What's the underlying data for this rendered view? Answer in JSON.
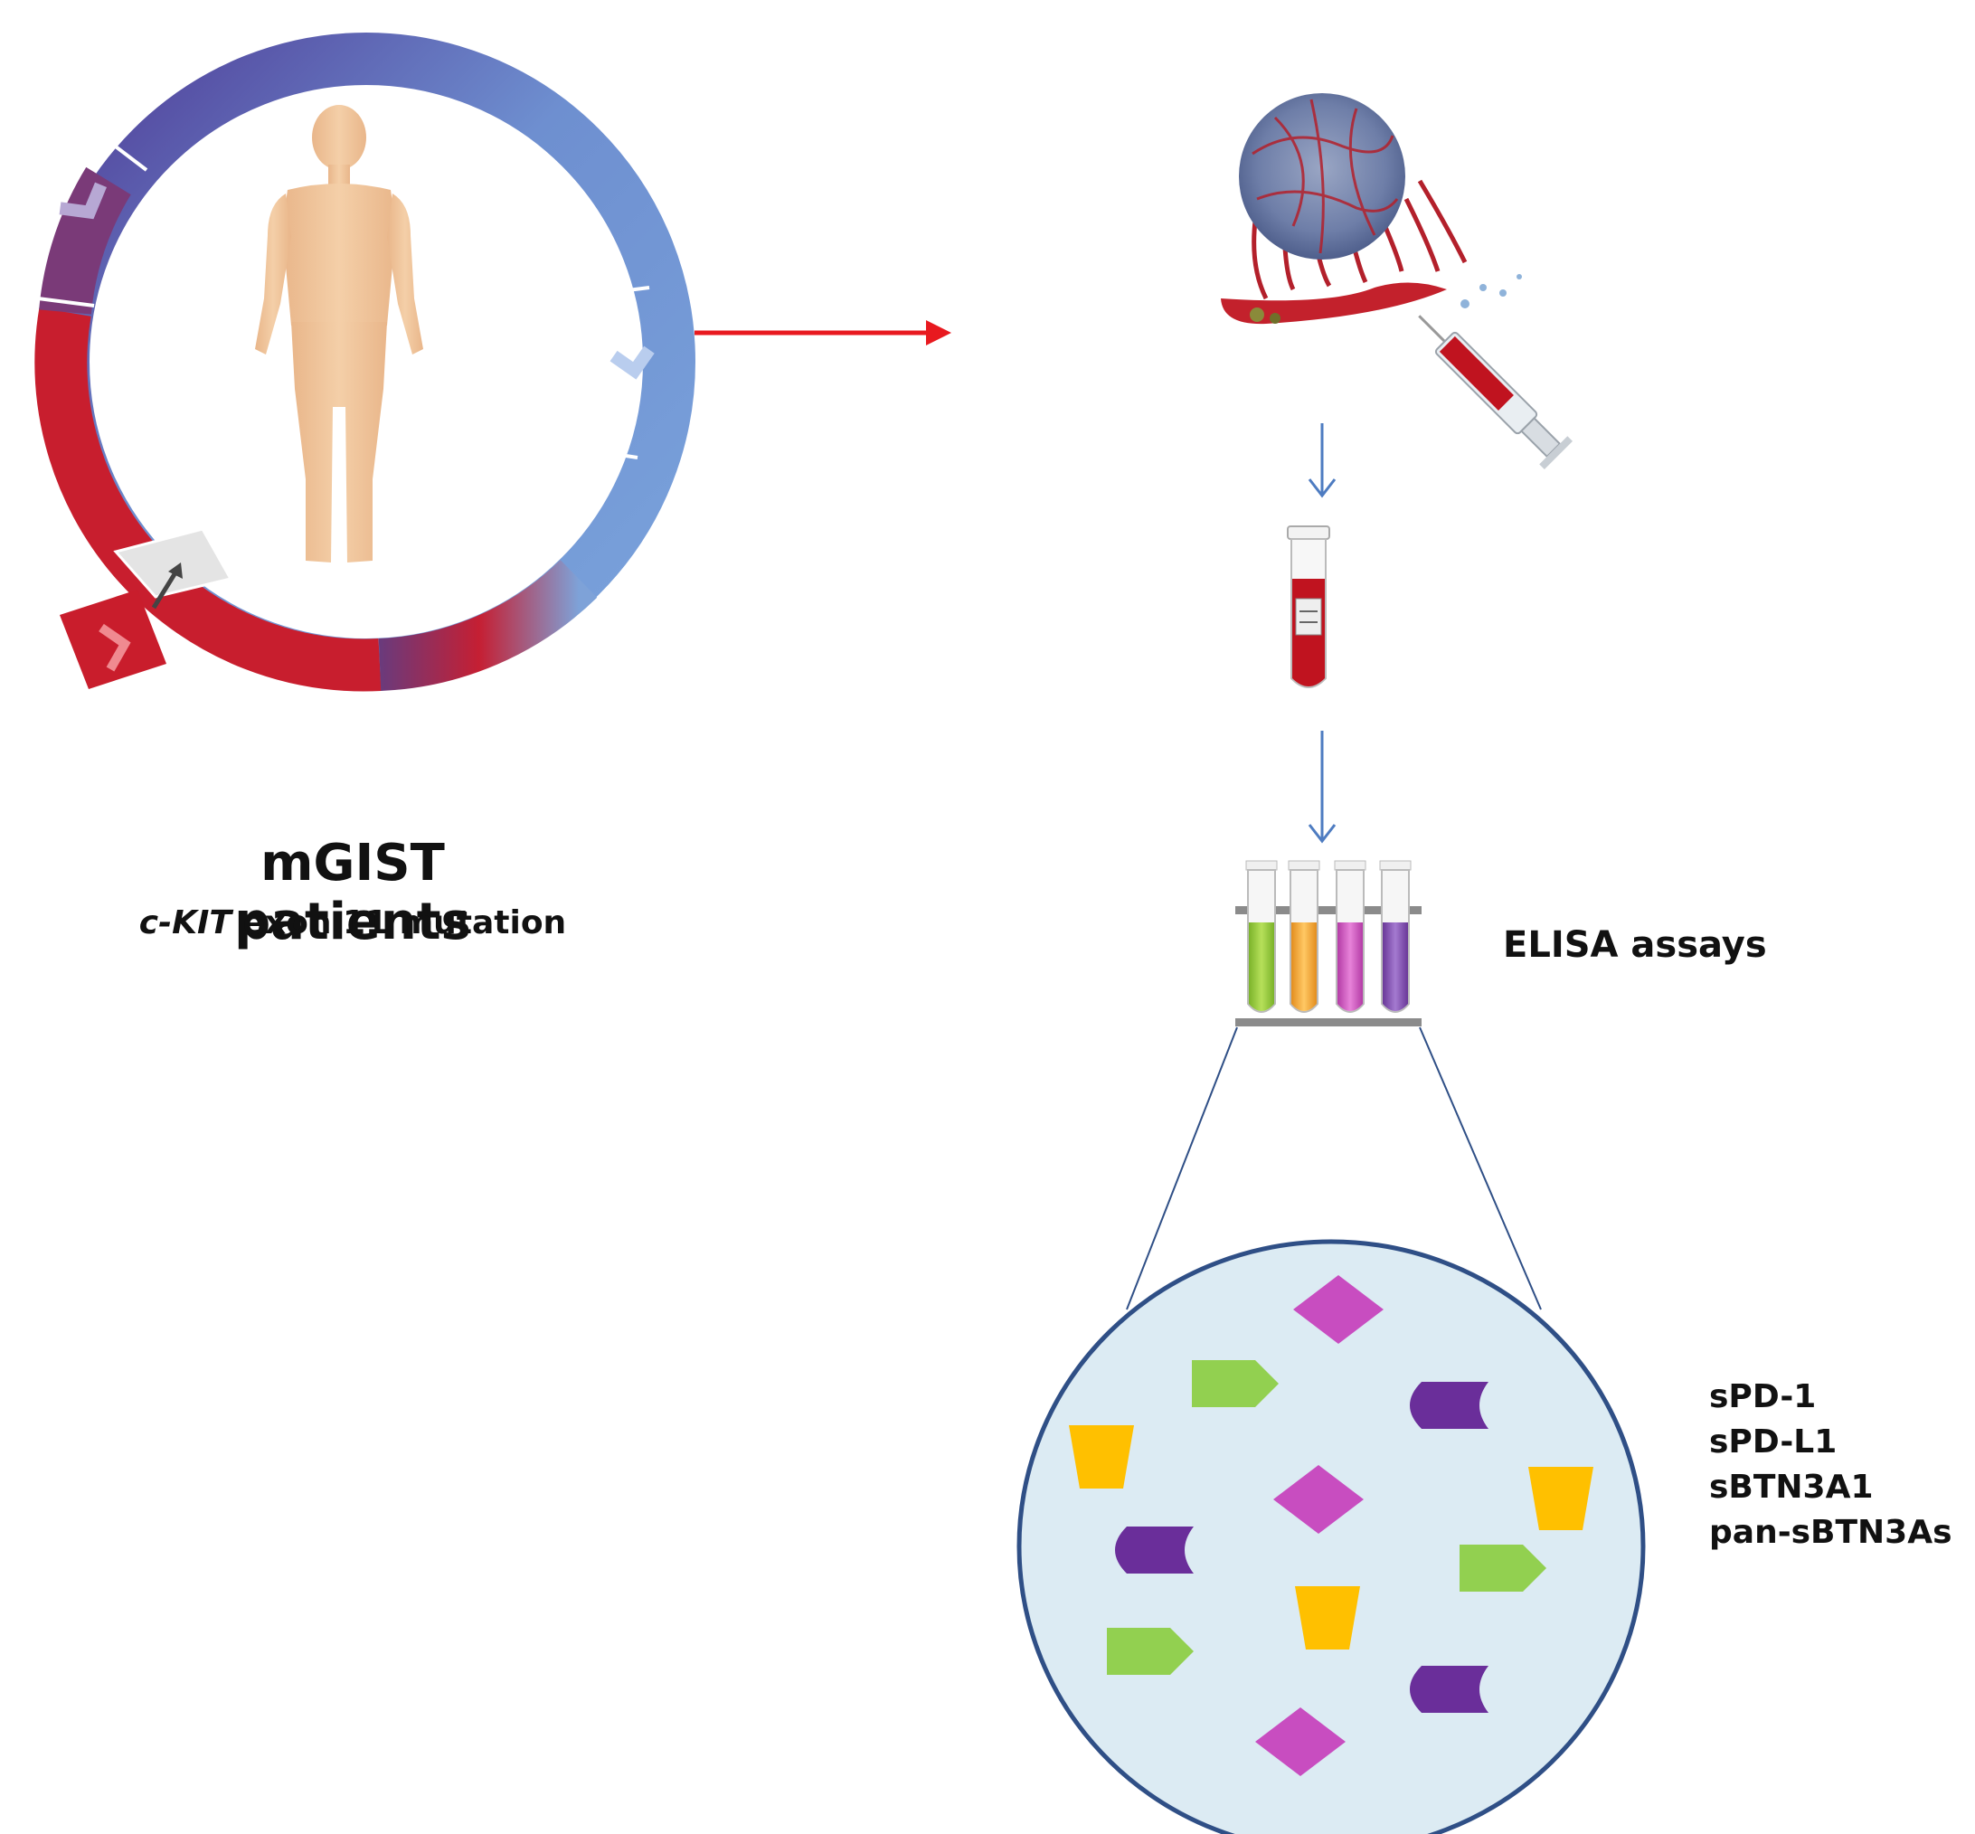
{
  "patients": {
    "title": "mGIST patients",
    "subtitle_italic": "c-KIT",
    "subtitle_rest": " exon 11 mutation"
  },
  "assay": {
    "label": "ELISA assays"
  },
  "markers": [
    "sPD-1",
    "sPD-L1",
    "sBTN3A1",
    "pan-sBTN3As"
  ],
  "colors": {
    "arrow_red": "#e8191f",
    "arrow_blue": "#4e7cc1",
    "ring_purple": "#5b4a9e",
    "ring_blue": "#6f9ad6",
    "ring_red": "#c81e2e",
    "circle_fill": "#dcebf3",
    "circle_stroke": "#2f4f86",
    "tube_green": "#8fc43b",
    "tube_orange": "#f3a531",
    "tube_magenta": "#c64bb8",
    "tube_purple": "#7a4aa6",
    "shape_magenta": "#c84dc0",
    "shape_green": "#92d050",
    "shape_purple": "#6a2e9a",
    "shape_yellow": "#ffc000",
    "skin": "#f1c8a0",
    "blood": "#c0131f"
  }
}
